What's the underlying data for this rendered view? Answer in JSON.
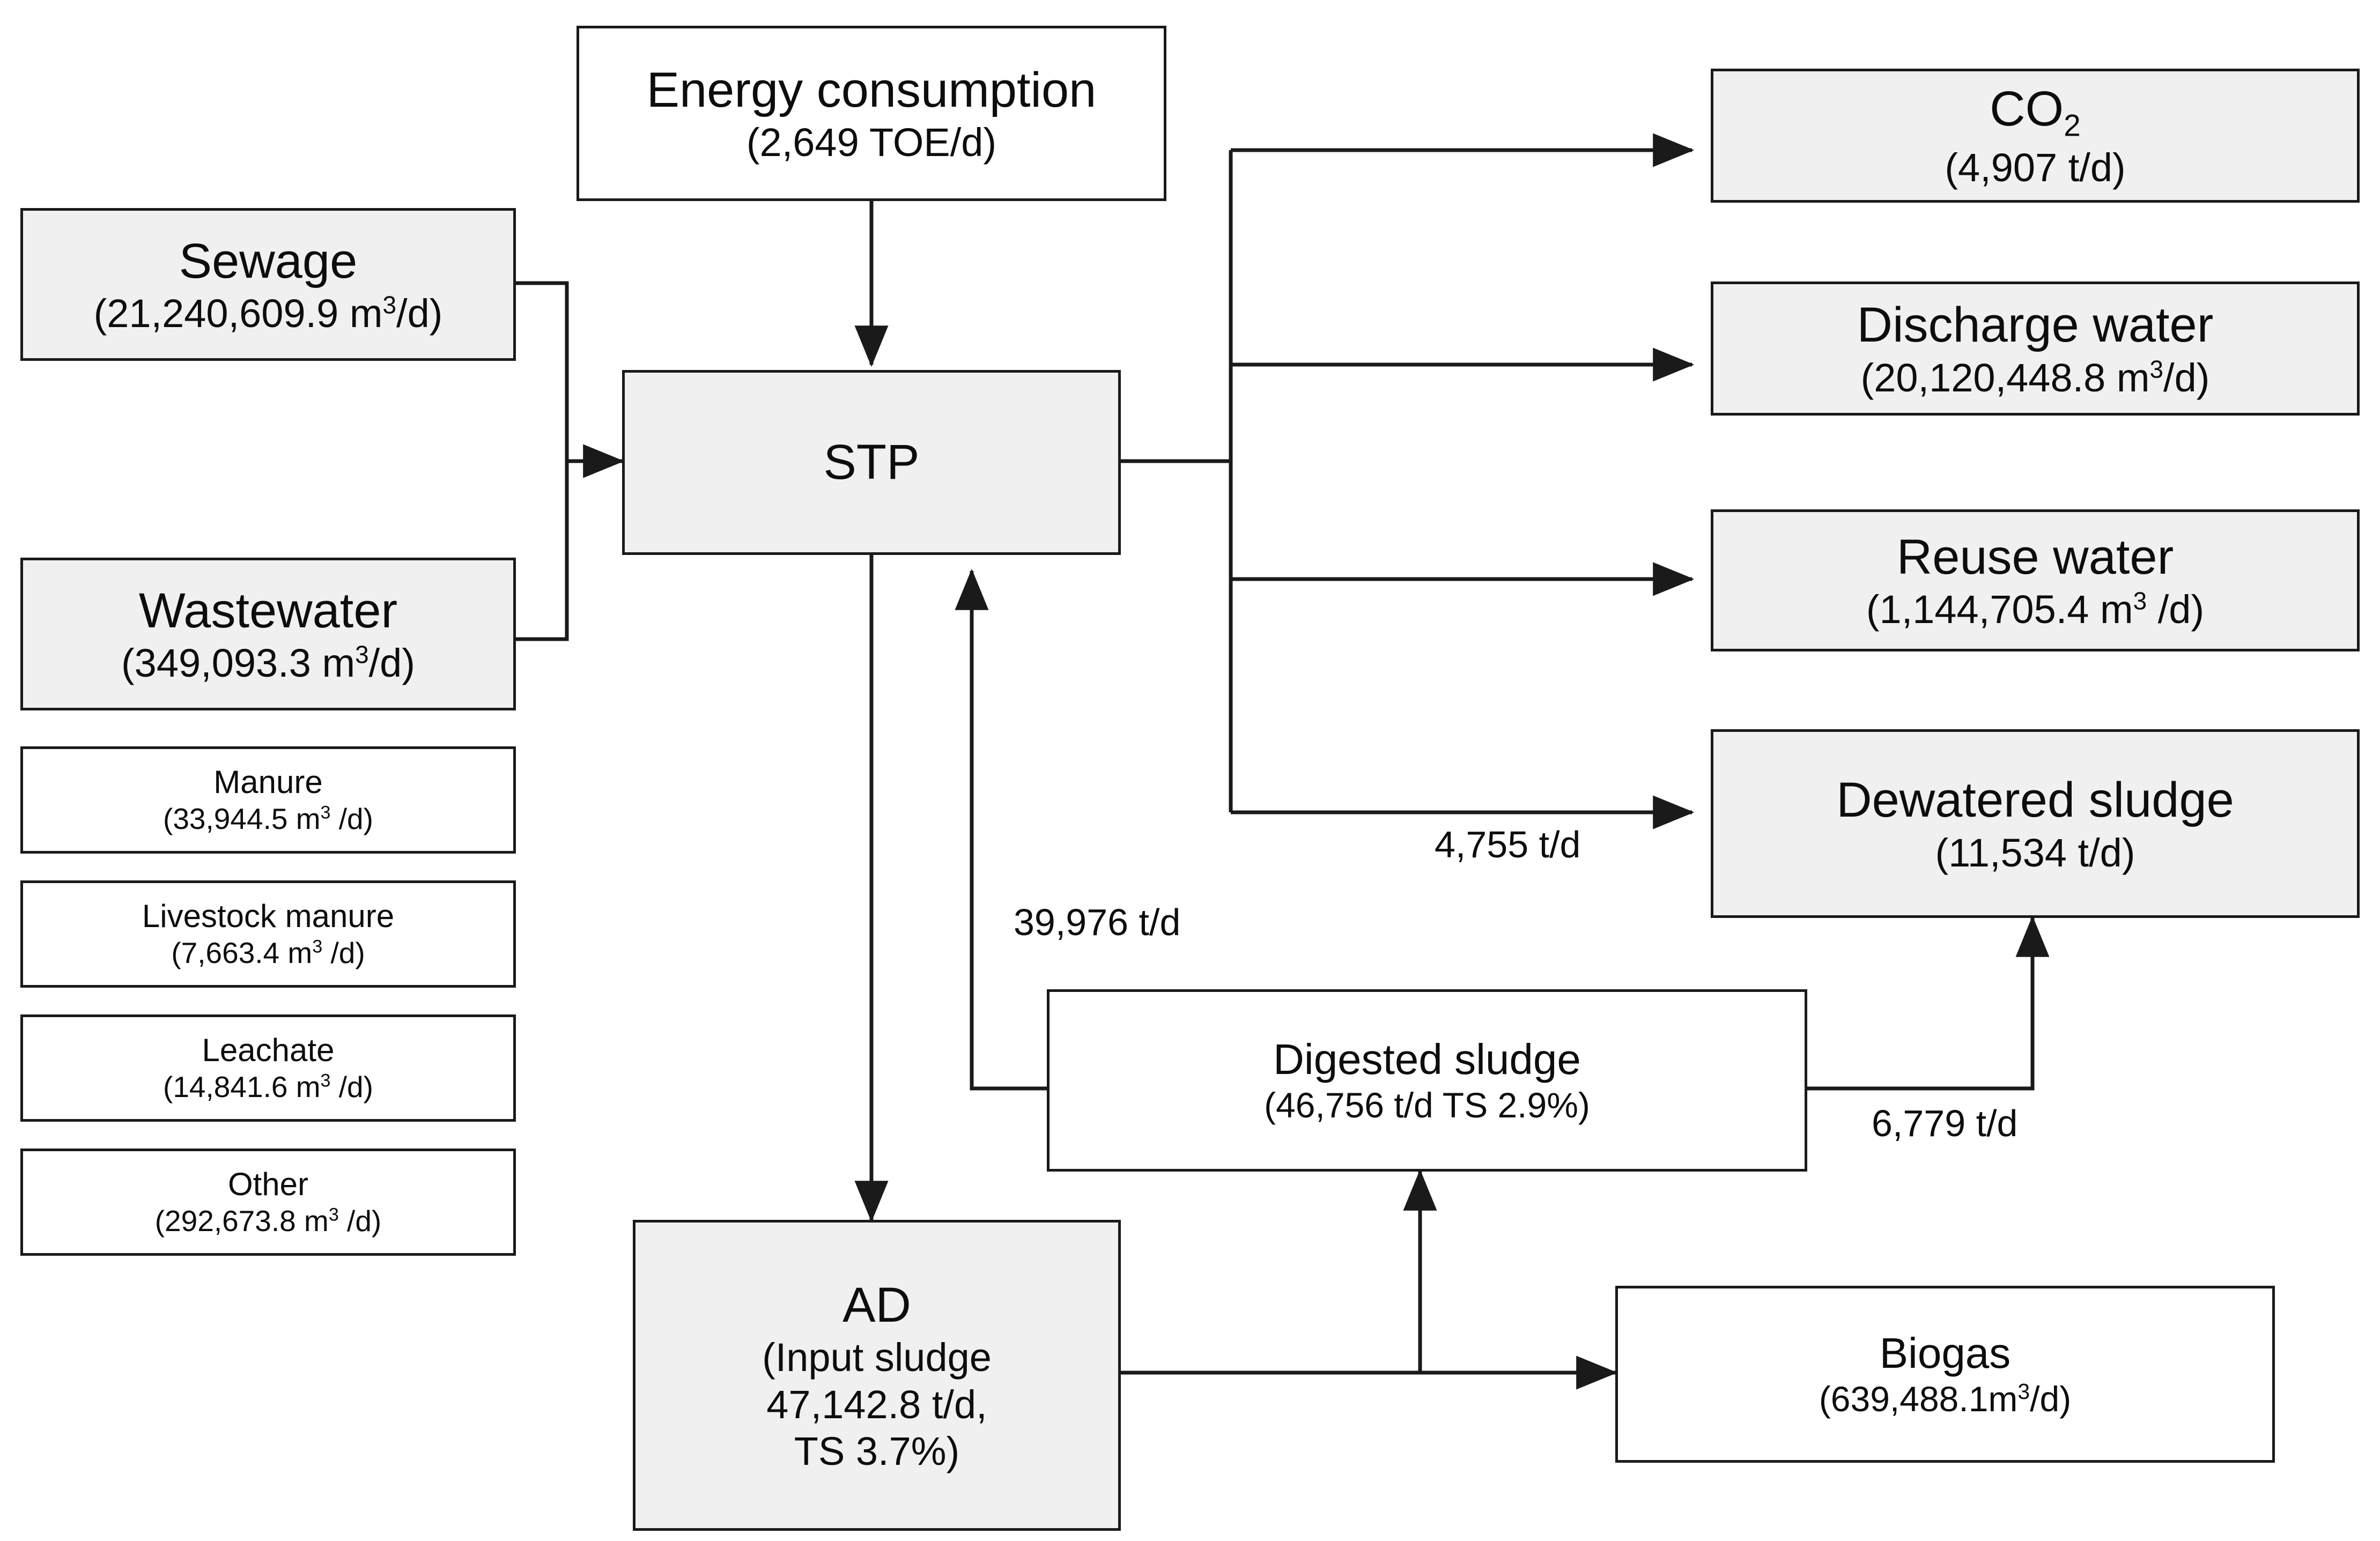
{
  "diagram": {
    "type": "process-flow",
    "fill_accent": "#f0f0f0",
    "line_color": "#1a1a1a",
    "background": "#ffffff"
  },
  "nodes": {
    "energy": {
      "title": "Energy consumption",
      "value": "(2,649 TOE/d)"
    },
    "sewage": {
      "title": "Sewage",
      "value_pre": "(21,240,609.9 m",
      "value_sup": "3",
      "value_post": "/d)"
    },
    "wastewater": {
      "title": "Wastewater",
      "value_pre": "(349,093.3 m",
      "value_sup": "3",
      "value_post": "/d)"
    },
    "manure": {
      "title": "Manure",
      "value_pre": "(33,944.5 m",
      "value_sup": "3",
      "value_post": " /d)"
    },
    "livestock": {
      "title": "Livestock manure",
      "value_pre": "(7,663.4 m",
      "value_sup": "3",
      "value_post": " /d)"
    },
    "leachate": {
      "title": "Leachate",
      "value_pre": "(14,841.6 m",
      "value_sup": "3",
      "value_post": " /d)"
    },
    "other": {
      "title": "Other",
      "value_pre": "(292,673.8 m",
      "value_sup": "3",
      "value_post": " /d)"
    },
    "stp": {
      "title": "STP"
    },
    "co2": {
      "title_pre": "CO",
      "title_sub": "2",
      "value": "(4,907 t/d)"
    },
    "discharge": {
      "title": "Discharge water",
      "value_pre": "(20,120,448.8 m",
      "value_sup": "3",
      "value_post": "/d)"
    },
    "reuse": {
      "title": "Reuse water",
      "value_pre": "(1,144,705.4 m",
      "value_sup": "3",
      "value_post": " /d)"
    },
    "dewatered": {
      "title": "Dewatered sludge",
      "value": "(11,534 t/d)"
    },
    "digested": {
      "title": "Digested sludge",
      "value": "(46,756 t/d TS 2.9%)"
    },
    "ad": {
      "title": "AD",
      "line1": "(Input sludge",
      "line2": "47,142.8 t/d,",
      "line3": "TS 3.7%)"
    },
    "biogas": {
      "title": "Biogas",
      "value_pre": "(639,488.1m",
      "value_sup": "3",
      "value_post": "/d)"
    }
  },
  "edge_labels": {
    "stp_to_dewatered": "4,755 t/d",
    "digested_to_stp": "39,976 t/d",
    "digested_to_dewatered": "6,779 t/d"
  },
  "chart_data": {
    "type": "diagram",
    "title": "Sewage treatment plant and anaerobic digestion mass/energy flow",
    "flows": [
      {
        "from": "Energy consumption",
        "to": "STP",
        "label": ""
      },
      {
        "from": "Sewage",
        "to": "STP",
        "label": ""
      },
      {
        "from": "Wastewater",
        "to": "STP",
        "label": ""
      },
      {
        "from": "STP",
        "to": "CO2",
        "label": ""
      },
      {
        "from": "STP",
        "to": "Discharge water",
        "label": ""
      },
      {
        "from": "STP",
        "to": "Reuse water",
        "label": ""
      },
      {
        "from": "STP",
        "to": "Dewatered sludge",
        "label": "4,755 t/d"
      },
      {
        "from": "STP",
        "to": "AD",
        "label": ""
      },
      {
        "from": "AD",
        "to": "Digested sludge",
        "label": ""
      },
      {
        "from": "AD",
        "to": "Biogas",
        "label": ""
      },
      {
        "from": "Digested sludge",
        "to": "STP",
        "label": "39,976 t/d"
      },
      {
        "from": "Digested sludge",
        "to": "Dewatered sludge",
        "label": "6,779 t/d"
      }
    ],
    "quantities": [
      {
        "name": "Energy consumption",
        "value": 2649,
        "unit": "TOE/d"
      },
      {
        "name": "Sewage",
        "value": 21240609.9,
        "unit": "m3/d"
      },
      {
        "name": "Wastewater",
        "value": 349093.3,
        "unit": "m3/d"
      },
      {
        "name": "Manure",
        "value": 33944.5,
        "unit": "m3/d"
      },
      {
        "name": "Livestock manure",
        "value": 7663.4,
        "unit": "m3/d"
      },
      {
        "name": "Leachate",
        "value": 14841.6,
        "unit": "m3/d"
      },
      {
        "name": "Other",
        "value": 292673.8,
        "unit": "m3/d"
      },
      {
        "name": "CO2",
        "value": 4907,
        "unit": "t/d"
      },
      {
        "name": "Discharge water",
        "value": 20120448.8,
        "unit": "m3/d"
      },
      {
        "name": "Reuse water",
        "value": 1144705.4,
        "unit": "m3/d"
      },
      {
        "name": "Dewatered sludge",
        "value": 11534,
        "unit": "t/d"
      },
      {
        "name": "Digested sludge",
        "value": 46756,
        "unit": "t/d",
        "ts_percent": 2.9
      },
      {
        "name": "AD input sludge",
        "value": 47142.8,
        "unit": "t/d",
        "ts_percent": 3.7
      },
      {
        "name": "Biogas",
        "value": 639488.1,
        "unit": "m3/d"
      }
    ]
  }
}
